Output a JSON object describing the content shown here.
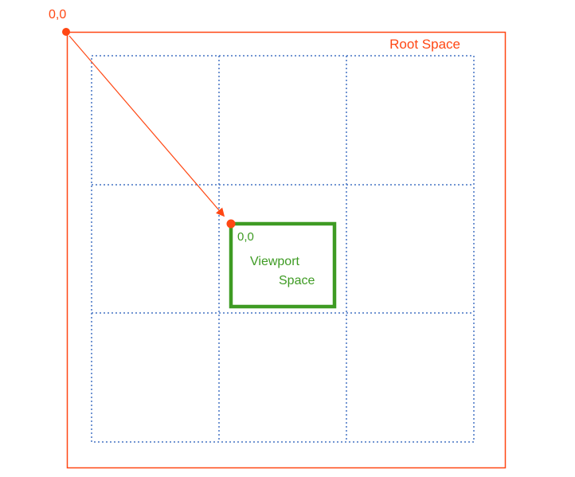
{
  "colors": {
    "root_accent": "#ff4713",
    "viewport_accent": "#3e9b23",
    "grid": "#4472c4",
    "background": "#ffffff"
  },
  "root_space": {
    "label": "Root Space",
    "origin_label": "0,0"
  },
  "viewport_space": {
    "label_line1": "Viewport",
    "label_line2": "Space",
    "origin_label": "0,0"
  },
  "grid": {
    "rows": 3,
    "cols": 3,
    "style": "dotted"
  },
  "arrow": {
    "meaning": "offset from root-space origin to viewport-space origin"
  }
}
